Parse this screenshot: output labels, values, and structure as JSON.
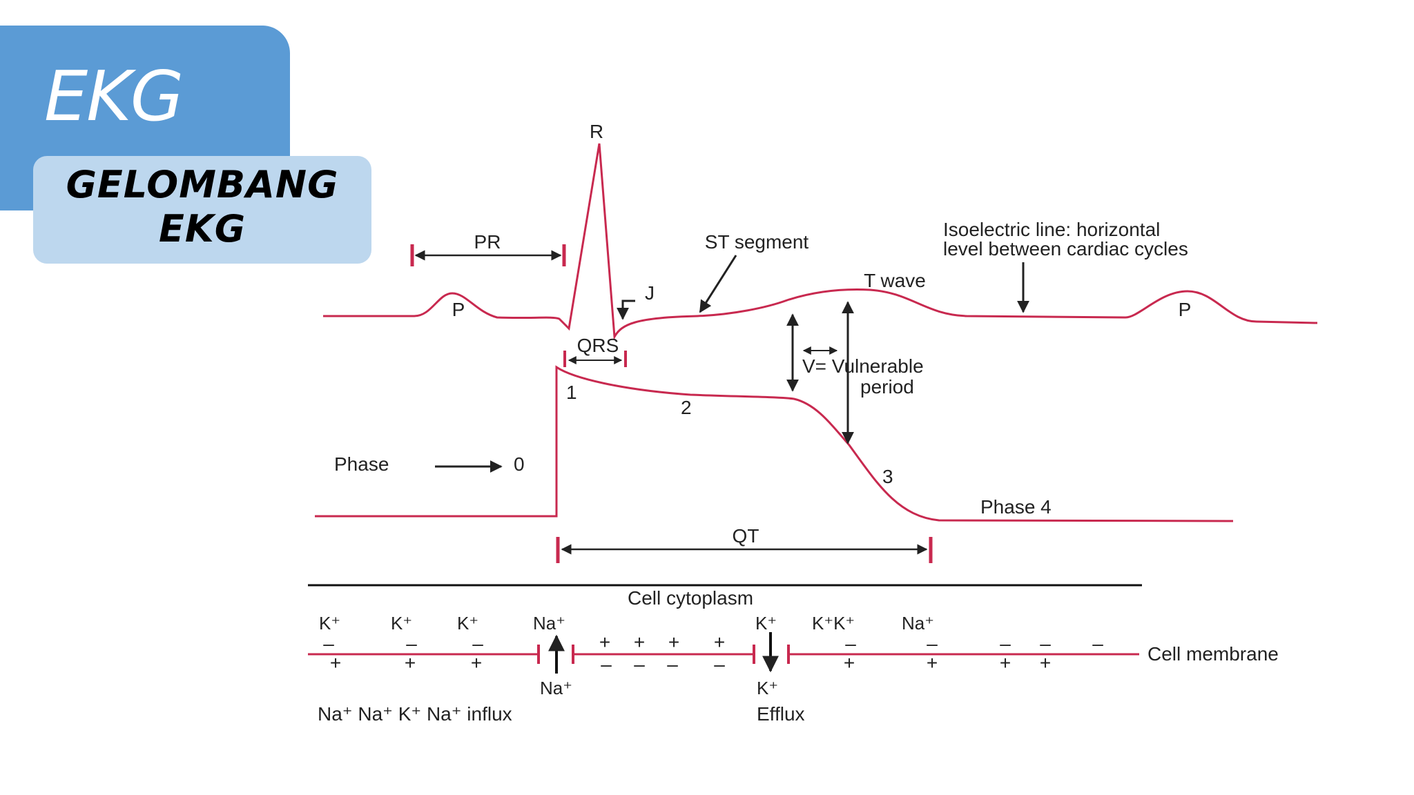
{
  "slide": {
    "title": "EKG",
    "subtitle_line1": "GELOMBANG",
    "subtitle_line2": "EKG"
  },
  "diagram": {
    "waveform_labels": {
      "R": "R",
      "PR": "PR",
      "P_left": "P",
      "P_right": "P",
      "J": "J",
      "QRS": "QRS",
      "ST_segment": "ST segment",
      "T_wave": "T wave",
      "isoelectric_line1": "Isoelectric line: horizontal",
      "isoelectric_line2": "level between cardiac cycles",
      "vulnerable_line1": "V= Vulnerable",
      "vulnerable_line2": "period",
      "QT": "QT"
    },
    "action_potential_labels": {
      "phase": "Phase",
      "phase0": "0",
      "phase1": "1",
      "phase2": "2",
      "phase3": "3",
      "phase4": "Phase 4"
    },
    "membrane_labels": {
      "cytoplasm": "Cell cytoplasm",
      "membrane": "Cell membrane",
      "top_ions": [
        "K⁺",
        "K⁺",
        "K⁺",
        "Na⁺",
        "K⁺",
        "K⁺K⁺",
        "Na⁺"
      ],
      "na_below": "Na⁺",
      "k_below": "K⁺",
      "bottom_left": "Na⁺ Na⁺ K⁺ Na⁺ influx",
      "efflux": "Efflux",
      "plus": "+",
      "minus": "–"
    },
    "colors": {
      "trace": "#c8294f",
      "text": "#222222",
      "title_box": "#5b9bd5",
      "subtitle_box": "#bdd7ee"
    }
  }
}
